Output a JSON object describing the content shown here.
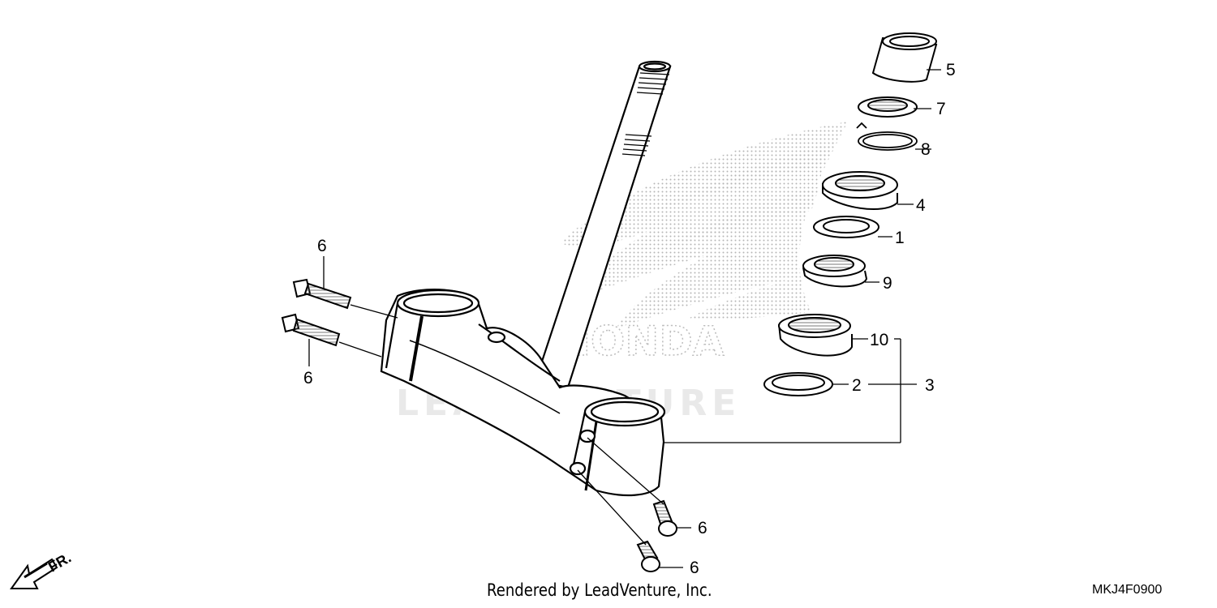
{
  "diagram": {
    "callouts": {
      "c1": "1",
      "c2": "2",
      "c3": "3",
      "c4": "4",
      "c5": "5",
      "c6a": "6",
      "c6b": "6",
      "c6c": "6",
      "c6d": "6",
      "c7": "7",
      "c8": "8",
      "c9": "9",
      "c10": "10"
    },
    "watermark_logo_text": "HONDA",
    "watermark_text": "LEADVENTURE",
    "direction_label": "FR.",
    "credit": "Rendered by LeadVenture, Inc.",
    "drawing_code": "MKJ4F0900"
  },
  "colors": {
    "line": "#000000",
    "watermark": "#bdbdbd"
  }
}
